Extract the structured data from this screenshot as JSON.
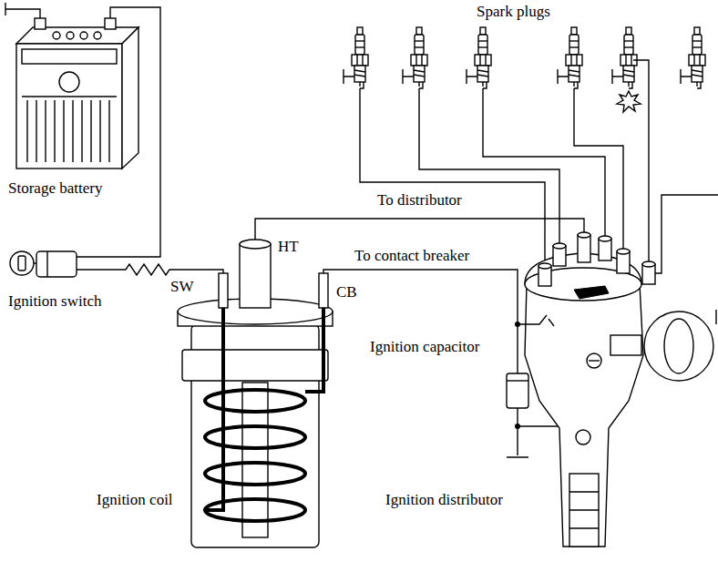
{
  "diagram": {
    "labels": [
      "Spark plugs",
      "Storage battery",
      "To distributor",
      "HT",
      "To contact breaker",
      "Ignition capacitor",
      "Ignition switch",
      "SW",
      "CB",
      "Ignition coil",
      "Ignition distributor"
    ]
  }
}
